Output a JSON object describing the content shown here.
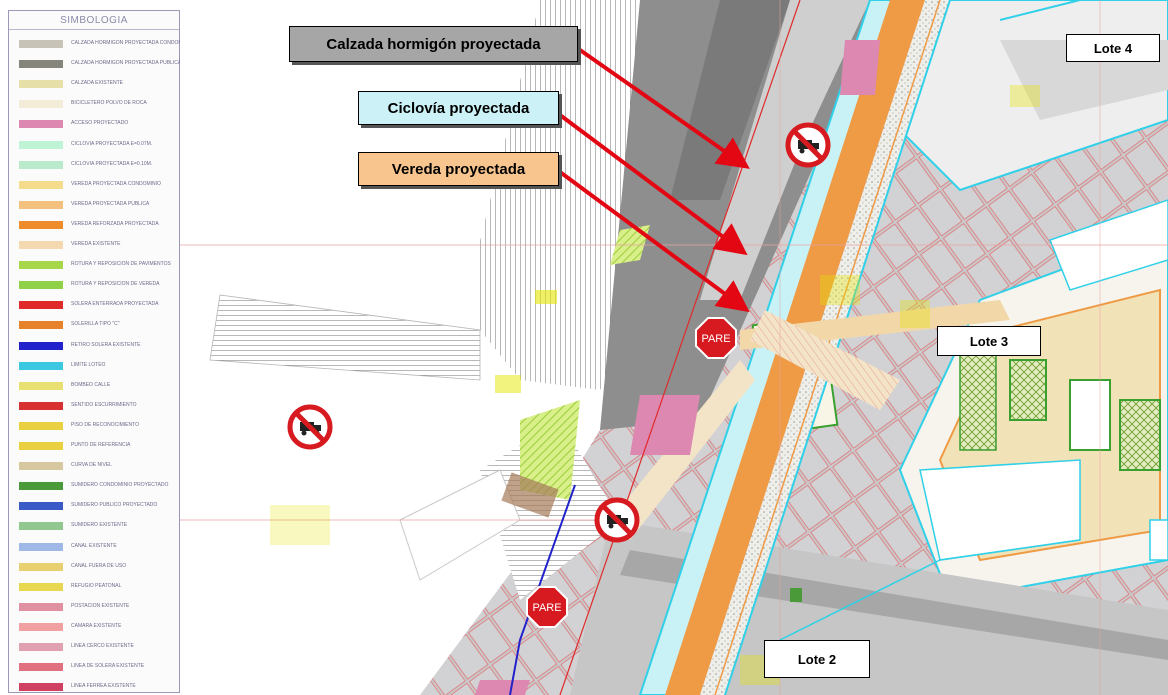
{
  "legend": {
    "title": "SIMBOLOGIA",
    "items": [
      {
        "label": "CALZADA HORMIGON PROYECTADA CONDOMINIO",
        "color": "#c7c3b6"
      },
      {
        "label": "CALZADA HORMIGON PROYECTADA PUBLICA",
        "color": "#86857b"
      },
      {
        "label": "CALZADA EXISTENTE",
        "color": "#e6e0a8"
      },
      {
        "label": "BICICLETERO POLVO DE ROCA",
        "color": "#f3ecd9"
      },
      {
        "label": "ACCESO PROYECTADO",
        "color": "#dd88b0"
      },
      {
        "label": "CICLOVIA PROYECTADA e=0.07m.",
        "color": "#bff3d6"
      },
      {
        "label": "CICLOVIA PROYECTADA e=0.10m.",
        "color": "#b9eacb"
      },
      {
        "label": "VEREDA PROYECTADA CONDOMINIO",
        "color": "#f5dc8c"
      },
      {
        "label": "VEREDA PROYECTADA PUBLICA",
        "color": "#f3c07e"
      },
      {
        "label": "VEREDA REFORZADA PROYECTADA",
        "color": "#ee8c2c"
      },
      {
        "label": "VEREDA EXISTENTE",
        "color": "#f4d9b0"
      },
      {
        "label": "ROTURA Y REPOSICION DE PAVIMENTOS",
        "color": "#a6d64a"
      },
      {
        "label": "ROTURA Y REPOSICION DE VEREDA",
        "color": "#8fd24a"
      },
      {
        "label": "SOLERA ENTERRADA PROYECTADA",
        "color": "#e02a2a"
      },
      {
        "label": "SOLERILLA TIPO \"C\"",
        "color": "#e6822a"
      },
      {
        "label": "RETIRO SOLERA EXISTENTE",
        "color": "#2222cc"
      },
      {
        "label": "LIMITE LOTEO",
        "color": "#3cc8e0"
      },
      {
        "label": "BOMBEO CALLE",
        "color": "#e8e070"
      },
      {
        "label": "SENTIDO ESCURRIMIENTO",
        "color": "#d83030"
      },
      {
        "label": "PISO DE RECONOCIMIENTO",
        "color": "#e8d040"
      },
      {
        "label": "PUNTO DE REFERENCIA",
        "color": "#e8d040"
      },
      {
        "label": "CURVA DE NIVEL",
        "color": "#d8c8a0"
      },
      {
        "label": "SUMIDERO CONDOMINIO PROYECTADO",
        "color": "#4a9a3a"
      },
      {
        "label": "SUMIDERO PUBLICO PROYECTADO",
        "color": "#3a5ac8"
      },
      {
        "label": "SUMIDERO EXISTENTE",
        "color": "#90c890"
      },
      {
        "label": "CANAL EXISTENTE",
        "color": "#9fb8e6"
      },
      {
        "label": "CANAL FUERA DE USO",
        "color": "#e8d070"
      },
      {
        "label": "REFUGIO PEATONAL",
        "color": "#e8d850"
      },
      {
        "label": "POSTACION EXISTENTE",
        "color": "#e090a0"
      },
      {
        "label": "CAMARA EXISTENTE",
        "color": "#f0a0a0"
      },
      {
        "label": "LINEA CERCO EXISTENTE",
        "color": "#e0a0b0"
      },
      {
        "label": "LINEA DE SOLERA EXISTENTE",
        "color": "#e07080"
      },
      {
        "label": "LINEA FERREA EXISTENTE",
        "color": "#d04060"
      }
    ]
  },
  "callouts": [
    {
      "label": "Calzada hormigón proyectada",
      "bg": "#a6a6a6"
    },
    {
      "label": "Ciclovía proyectada",
      "bg": "#ccf2f7"
    },
    {
      "label": "Vereda proyectada",
      "bg": "#f8c58e"
    }
  ],
  "lotes": [
    {
      "label": "Lote 4"
    },
    {
      "label": "Lote 3"
    },
    {
      "label": "Lote 2"
    }
  ],
  "signs": {
    "pare": "PARE",
    "no_trucks": "no-trucks-sign-icon"
  },
  "colors": {
    "arrow": "#e30613",
    "sign_red": "#d71920",
    "cyan_boundary": "#2fd0e8",
    "road_grey": "#8e8e8e",
    "orange_sidewalk": "#ef9a45"
  }
}
